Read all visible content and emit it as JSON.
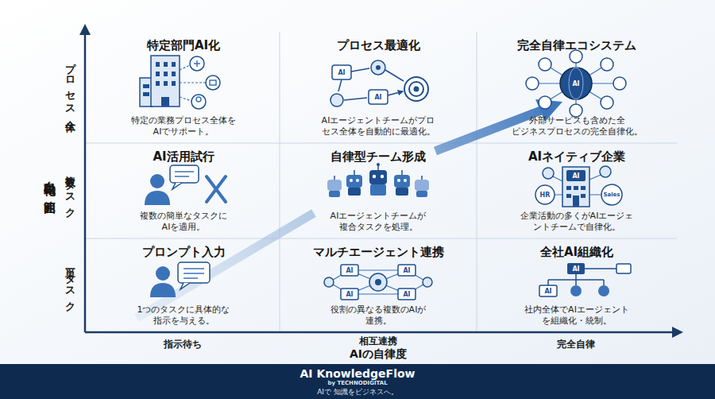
{
  "diagram": {
    "nodes": [
      {
        "text": [
          "特定部門AI化",
          "特定の業務プロセス全体を AIでサポート。"
        ]
      },
      {
        "text": [
          "プロセス最適化",
          "AIエージェントチームがプロ セス全体を自動的に最適化。"
        ]
      },
      {
        "text": [
          "完全自律エコシステム",
          "外部サービスも含めた全 ビジネスプロセスの完全自律化。"
        ]
      },
      {
        "text": [
          "AI活用試行",
          "複数の簡単なタスクに AIを適用。"
        ]
      },
      {
        "text": [
          "自律型チーム形成",
          "AIエージェントチームが 複合タスクを処理。"
        ]
      },
      {
        "text": [
          "AIネイティブ企業",
          "企業活動の多くがAIエージェ ントチームで自律化。"
        ]
      },
      {
        "text": [
          "プロンプト入力",
          "1つのタスクに具体的な 指示を与える。"
        ]
      },
      {
        "text": [
          "マルチエージェント連携",
          "役割の異なる複数のAIが 連携。"
        ]
      },
      {
        "text": [
          "全社AI組織化",
          "社内全体でAIエージェント を組織化・統制。"
        ]
      },
      {
        "text": [
          "AI KnowledgeFlow",
          "by TECHNODIGITAL",
          "AIで 知識をビジネスへ。"
        ]
      }
    ],
    "labels": [
      "自動化の範囲",
      "プロセス全体",
      "複数タスク",
      "単一タスク",
      "指示待ち",
      "相互連携",
      "AIの自律度",
      "完全自律",
      "AI",
      "AI",
      "AI",
      "AI",
      "HR",
      "Sales",
      "AI",
      "AI",
      "AI",
      "AI",
      "AI",
      "AI"
    ]
  }
}
